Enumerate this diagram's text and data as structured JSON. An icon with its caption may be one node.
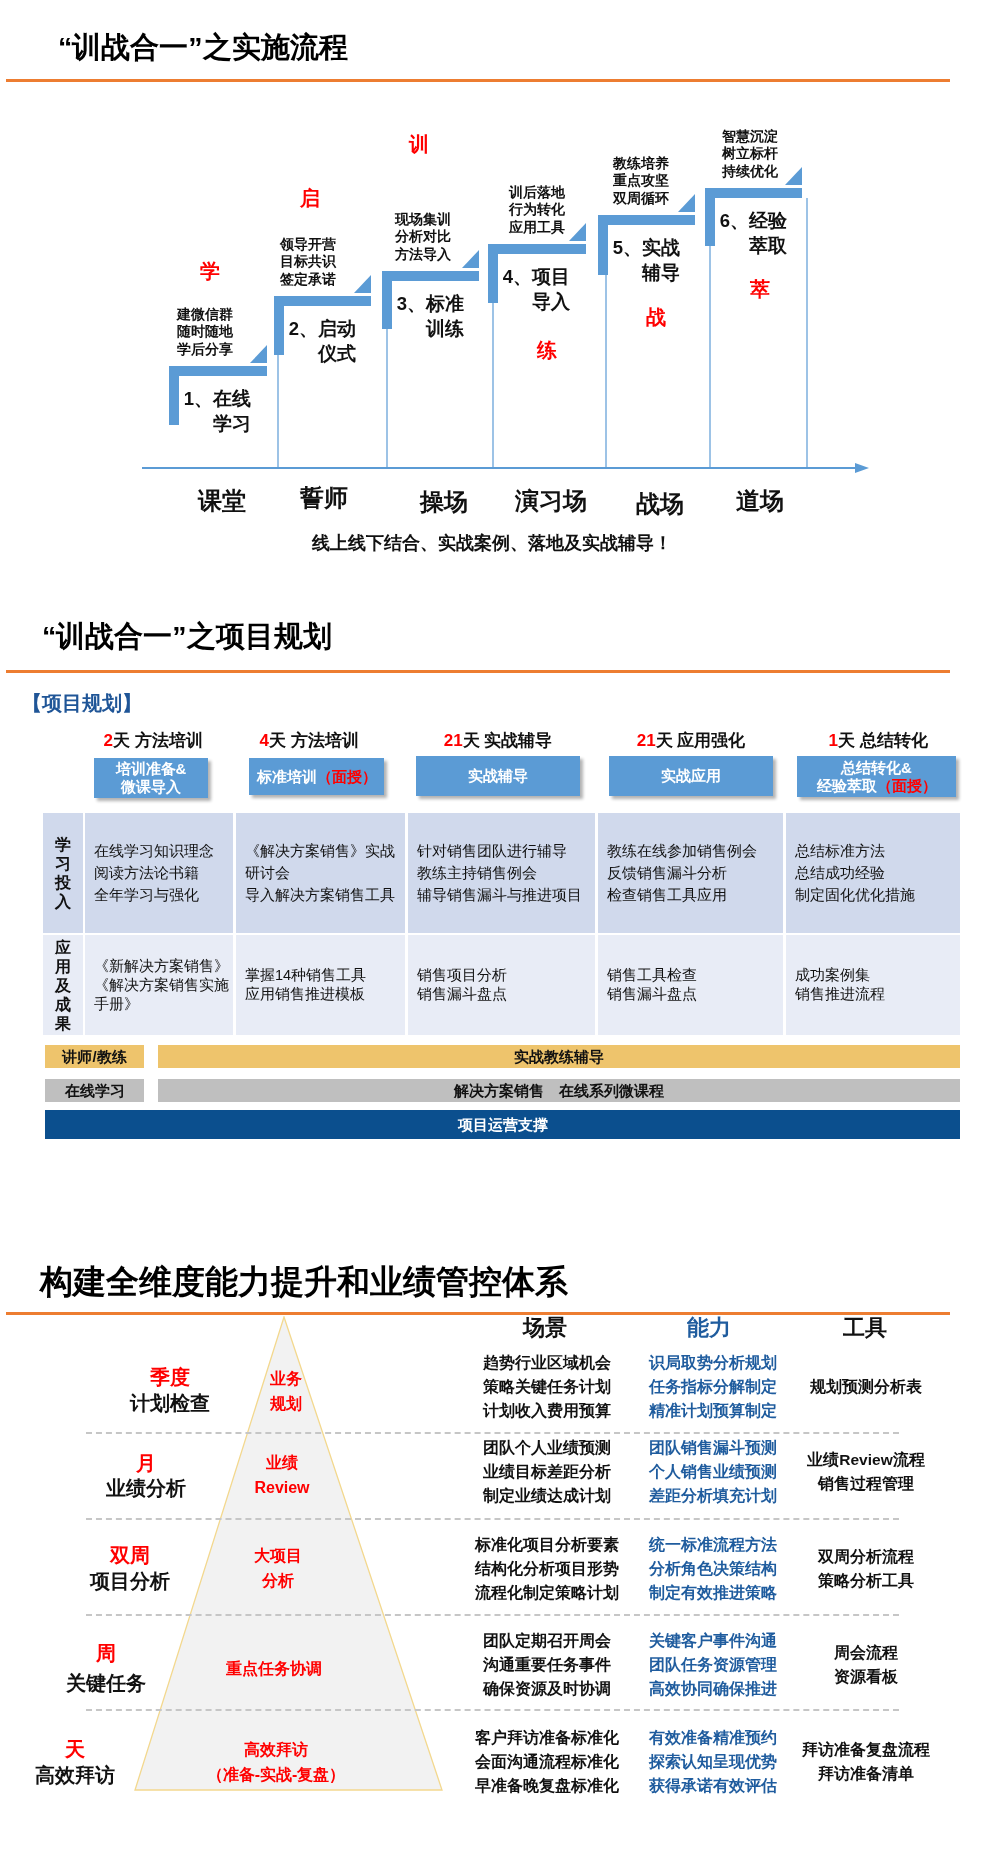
{
  "diagram": {
    "nodes": [
      {
        "text": [
          "1、在线学习"
        ],
        "beside": [
          "学",
          "建微信群",
          "随时随地",
          "学后分享"
        ]
      },
      {
        "text": [
          "2、启动仪式"
        ],
        "beside": [
          "启",
          "领导开营",
          "目标共识",
          "签定承诺"
        ]
      },
      {
        "text": [
          "3、标准训练"
        ],
        "beside": [
          "训",
          "现场集训",
          "分析对比",
          "方法导入"
        ]
      },
      {
        "text": [
          "4、项目导入"
        ],
        "beside": [
          "练",
          "训后落地",
          "行为转化",
          "应用工具"
        ]
      },
      {
        "text": [
          "5、实战辅导"
        ],
        "beside": [
          "战",
          "教练培养",
          "重点攻坚",
          "双周循环"
        ]
      },
      {
        "text": [
          "6、经验萃取"
        ],
        "beside": [
          "萃",
          "智慧沉淀",
          "树立标杆",
          "持续优化"
        ]
      },
      {
        "text": [
          "培训准备&微课导入"
        ],
        "beside": [
          "2",
          "天 方法培训"
        ]
      },
      {
        "text": [
          "标准培训",
          "（面授）"
        ],
        "beside": [
          "4",
          "天 方法培训"
        ]
      },
      {
        "text": [
          "实战辅导"
        ],
        "beside": [
          "21",
          "天 实战辅导"
        ]
      },
      {
        "text": [
          "实战应用"
        ],
        "beside": [
          "21",
          "天 应用强化"
        ]
      },
      {
        "text": [
          "总结转化&",
          "经验萃取",
          "（面授）"
        ],
        "beside": [
          "1",
          "天 总结转化"
        ]
      },
      {
        "text": [
          "学习投入"
        ]
      },
      {
        "text": [
          "在线学习知识理念",
          "阅读方法论书籍",
          "全年学习与强化"
        ]
      },
      {
        "text": [
          "《解决方案销售》实战研讨会",
          "导入解决方案销售工具"
        ]
      },
      {
        "text": [
          "针对销售团队进行辅导",
          "教练主持销售例会",
          "辅导销售漏斗与推进项目"
        ]
      },
      {
        "text": [
          "教练在线参加销售例会",
          "反馈销售漏斗分析",
          "检查销售工具应用"
        ]
      },
      {
        "text": [
          "总结标准方法",
          "总结成功经验",
          "制定固化优化措施"
        ]
      },
      {
        "text": [
          "应用及成果"
        ]
      },
      {
        "text": [
          "《新解决方案销售》",
          "《解决方案销售实施手册》"
        ]
      },
      {
        "text": [
          "掌握14种销售工具",
          "应用销售推进模板"
        ]
      },
      {
        "text": [
          "销售项目分析",
          "销售漏斗盘点"
        ]
      },
      {
        "text": [
          "销售工具检查",
          "销售漏斗盘点"
        ]
      },
      {
        "text": [
          "成功案例集",
          "销售推进流程"
        ]
      },
      {
        "text": [
          "讲师/教练"
        ]
      },
      {
        "text": [
          "实战教练辅导"
        ]
      },
      {
        "text": [
          "在线学习"
        ]
      },
      {
        "text": [
          "解决方案销售 在线系列微课程"
        ]
      },
      {
        "text": [
          "项目运营支撑"
        ]
      },
      {
        "text": [
          "业务规划",
          "业绩Review",
          "大项目分析",
          "重点任务协调",
          "高效拜访",
          "（准备-实战-复盘）"
        ]
      }
    ],
    "labels": [
      "“训战合一”之实施流程",
      "课堂",
      "誓师",
      "操场",
      "演习场",
      "战场",
      "道场",
      "线上线下结合、实战案例、落地及实战辅导！",
      "“训战合一”之项目规划",
      "【项目规划】",
      "构建全维度能力提升和业绩管控体系",
      "场景",
      "能力",
      "工具",
      "季度",
      "计划检查",
      "趋势行业区域机会",
      "策略关键任务计划",
      "计划收入费用预算",
      "识局取势分析规划",
      "任务指标分解制定",
      "精准计划预算制定",
      "规划预测分析表",
      "月",
      "业绩分析",
      "团队个人业绩预测",
      "业绩目标差距分析",
      "制定业绩达成计划",
      "团队销售漏斗预测",
      "个人销售业绩预测",
      "差距分析填充计划",
      "业绩Review流程",
      "销售过程管理",
      "双周",
      "项目分析",
      "标准化项目分析要素",
      "结构化分析项目形势",
      "流程化制定策略计划",
      "统一标准流程方法",
      "分析角色决策结构",
      "制定有效推进策略",
      "双周分析流程",
      "策略分析工具",
      "周",
      "关键任务",
      "团队定期召开周会",
      "沟通重要任务事件",
      "确保资源及时协调",
      "关键客户事件沟通",
      "团队任务资源管理",
      "高效协同确保推进",
      "周会流程",
      "资源看板",
      "天",
      "高效拜访",
      "客户拜访准备标准化",
      "会面沟通流程标准化",
      "早准备晚复盘标准化",
      "有效准备精准预约",
      "探索认知呈现优势",
      "获得承诺有效评估",
      "拜访准备复盘流程",
      "拜访准备清单"
    ]
  }
}
